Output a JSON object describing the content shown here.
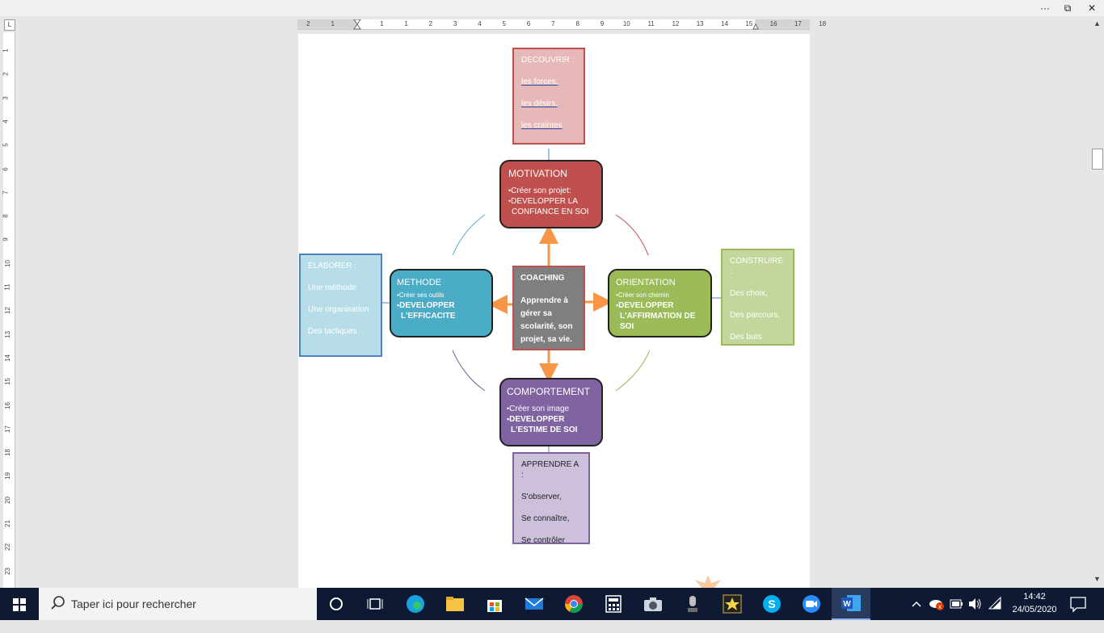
{
  "window": {
    "more_label": "···",
    "restore_label": "⧉",
    "close_label": "✕"
  },
  "ruler": {
    "tab_marker": "L",
    "top_numbers": [
      "2",
      "1",
      "1",
      "1",
      "2",
      "3",
      "4",
      "5",
      "6",
      "7",
      "8",
      "9",
      "10",
      "11",
      "12",
      "13",
      "14",
      "15",
      "16",
      "17",
      "18"
    ],
    "left_numbers": [
      "1",
      "2",
      "3",
      "4",
      "5",
      "6",
      "7",
      "8",
      "9",
      "10",
      "11",
      "12",
      "13",
      "14",
      "15",
      "16",
      "17",
      "18",
      "19",
      "20",
      "21",
      "22",
      "23"
    ]
  },
  "diagram": {
    "decouvrir": {
      "title": "DECOUVRIR :",
      "items": [
        "les forces,",
        "les désirs,",
        "les craintes"
      ]
    },
    "motivation": {
      "title": "MOTIVATION",
      "line1": "Créer son projet:",
      "line2a": "DEVELOPPER LA",
      "line2b": "CONFIANCE EN SOI"
    },
    "elaborer": {
      "title": "ELABORER :",
      "items": [
        "Une méthode",
        "Une organisation",
        "Des tactiques"
      ]
    },
    "methode": {
      "title": "METHODE",
      "line1": "Créer ses outils",
      "line2a": "DEVELOPPER",
      "line2b": "L'EFFICACITE"
    },
    "coaching": {
      "title": "COACHING",
      "body": [
        "Apprendre à",
        "gérer sa",
        "scolarité, son",
        "projet, sa vie."
      ]
    },
    "orientation": {
      "title": "ORIENTATION",
      "line1": "Créer son chemin",
      "line2a": "DEVELOPPER",
      "line2b": "L'AFFIRMATION DE",
      "line2c": "SOI"
    },
    "construire": {
      "title": "CONSTRUIRE :",
      "items": [
        "Des choix,",
        "Des parcours,",
        "Des buts"
      ]
    },
    "comportement": {
      "title": "COMPORTEMENT",
      "line1": "Créer son image",
      "line2a": "DEVELOPPER",
      "line2b": "L'ESTIME DE SOI"
    },
    "apprendre": {
      "title": "APPRENDRE A :",
      "items": [
        "S'observer,",
        "Se connaître,",
        "Se contrôler"
      ]
    }
  },
  "taskbar": {
    "search_placeholder": "Taper ici pour rechercher",
    "time": "14:42",
    "date": "24/05/2020"
  },
  "colors": {
    "motivation": "#c0504d",
    "methode": "#4bacc6",
    "coaching": "#7f7f7f",
    "orientation": "#9bbb59",
    "comportement": "#8064a2",
    "arrow": "#f79646"
  }
}
